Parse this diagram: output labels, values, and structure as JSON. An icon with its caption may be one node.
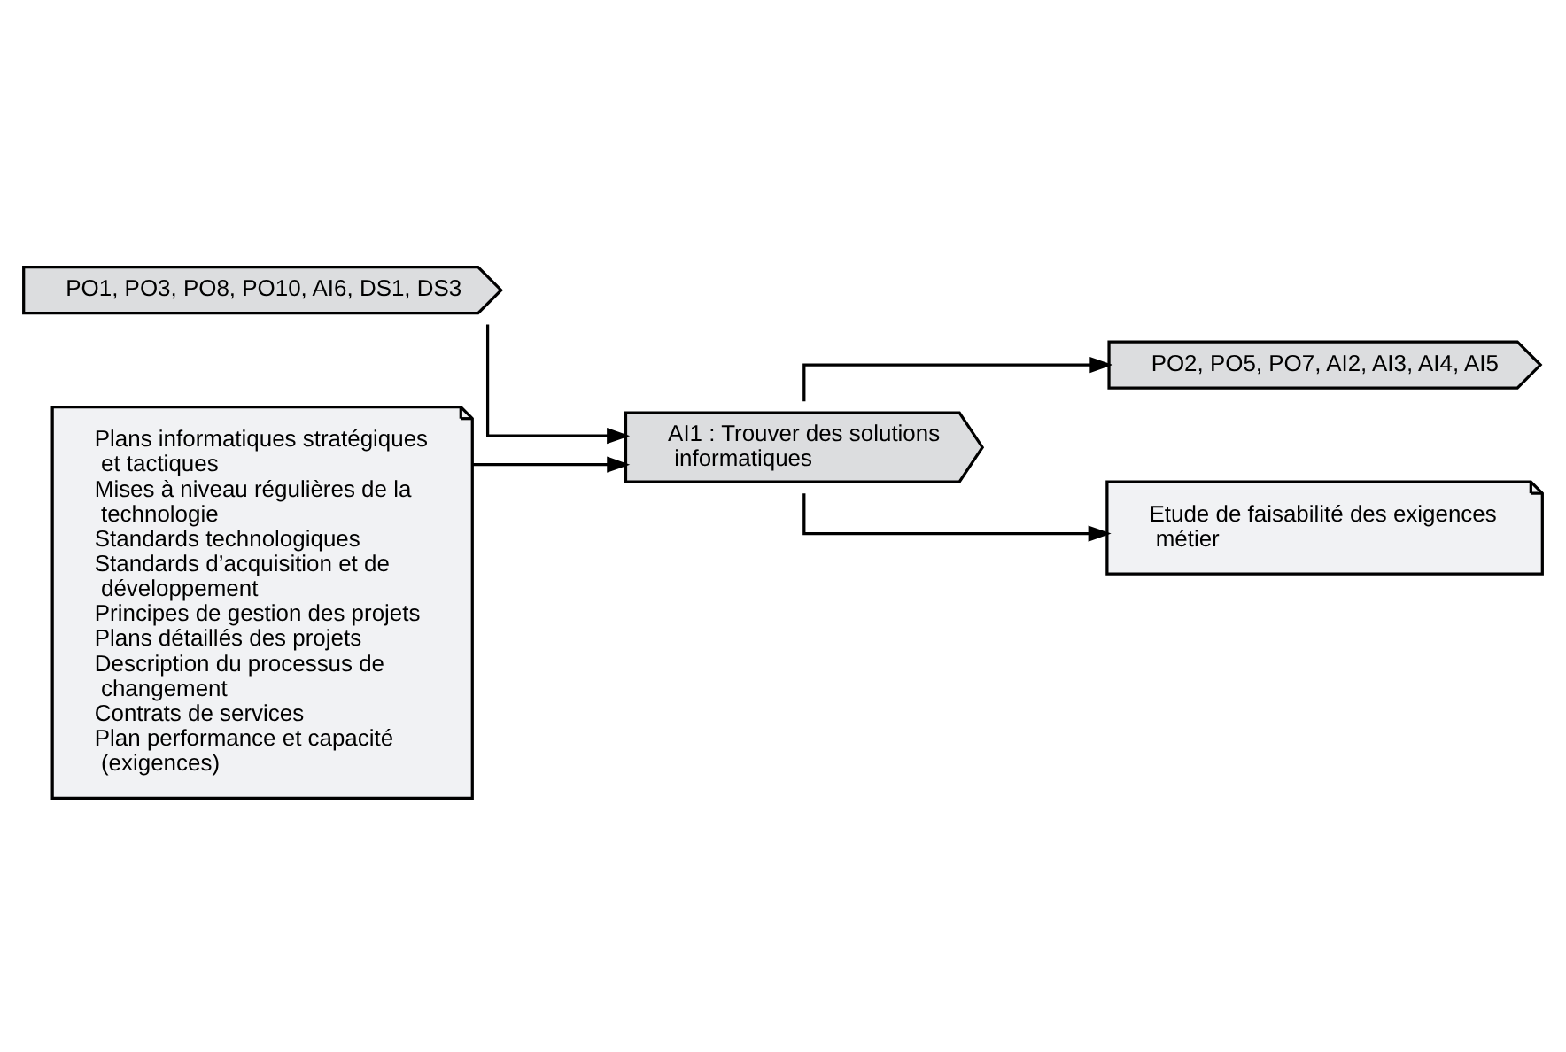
{
  "diagram": {
    "nodes": [
      {
        "text": [
          "PO1, PO3, PO8, PO10, AI6, DS1, DS3"
        ]
      },
      {
        "text": [
          "PO2, PO5, PO7, AI2, AI3, AI4, AI5"
        ]
      },
      {
        "text": [
          "AI1 : Trouver des solutions informatiques"
        ]
      },
      {
        "text": [
          "Plans informatiques stratégiques et tactiques",
          "Mises à niveau régulières de la technologie",
          "Standards technologiques",
          "Standards d’acquisition et de développement",
          "Principes de gestion des projets",
          "Plans détaillés des projets",
          "Description du processus de changement",
          "Contrats de services",
          "Plan performance et capacité (exigences)"
        ]
      },
      {
        "text": [
          "Etude de faisabilité des exigences métier"
        ]
      }
    ],
    "edges": [
      {
        "from": 0,
        "to": 2,
        "arrow": "to"
      },
      {
        "from": 3,
        "to": 2,
        "arrow": "to"
      },
      {
        "from": 2,
        "to": 1,
        "arrow": "to"
      },
      {
        "from": 2,
        "to": 4,
        "arrow": "to"
      }
    ]
  }
}
